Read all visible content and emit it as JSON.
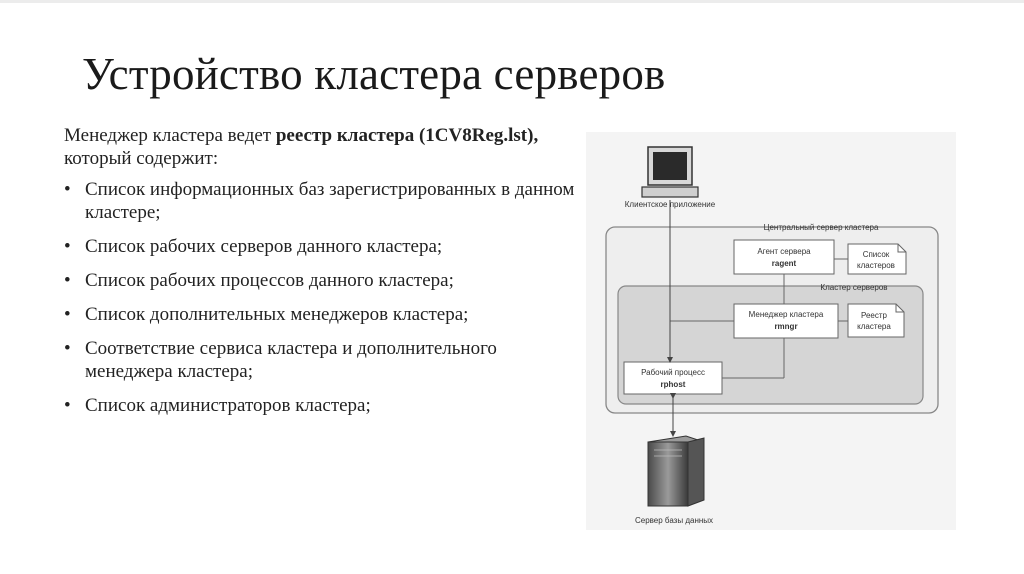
{
  "slide": {
    "title": "Устройство кластера серверов",
    "intro_prefix": "Менеджер кластера ведет ",
    "intro_bold": "реестр кластера (1CV8Reg.lst),",
    "intro_suffix": " который содержит:",
    "items": [
      "Список информационных баз зарегистрированных в данном кластере;",
      "Список рабочих серверов данного кластера;",
      "Список рабочих процессов данного кластера;",
      "Список дополнительных менеджеров кластера;",
      "Соответствие сервиса кластера и дополнительного менеджера кластера;",
      "Список администраторов кластера;"
    ]
  },
  "diagram": {
    "client_label": "Клиентское приложение",
    "central_server_label": "Центральный сервер кластера",
    "agent_label": "Агент сервера",
    "agent_process": "ragent",
    "cluster_list_line1": "Список",
    "cluster_list_line2": "кластеров",
    "cluster_label": "Кластер серверов",
    "manager_label": "Менеджер кластера",
    "manager_process": "rmngr",
    "registry_line1": "Реестр",
    "registry_line2": "кластера",
    "worker_label": "Рабочий процесс",
    "worker_process": "rphost",
    "db_server_label": "Сервер базы данных"
  }
}
